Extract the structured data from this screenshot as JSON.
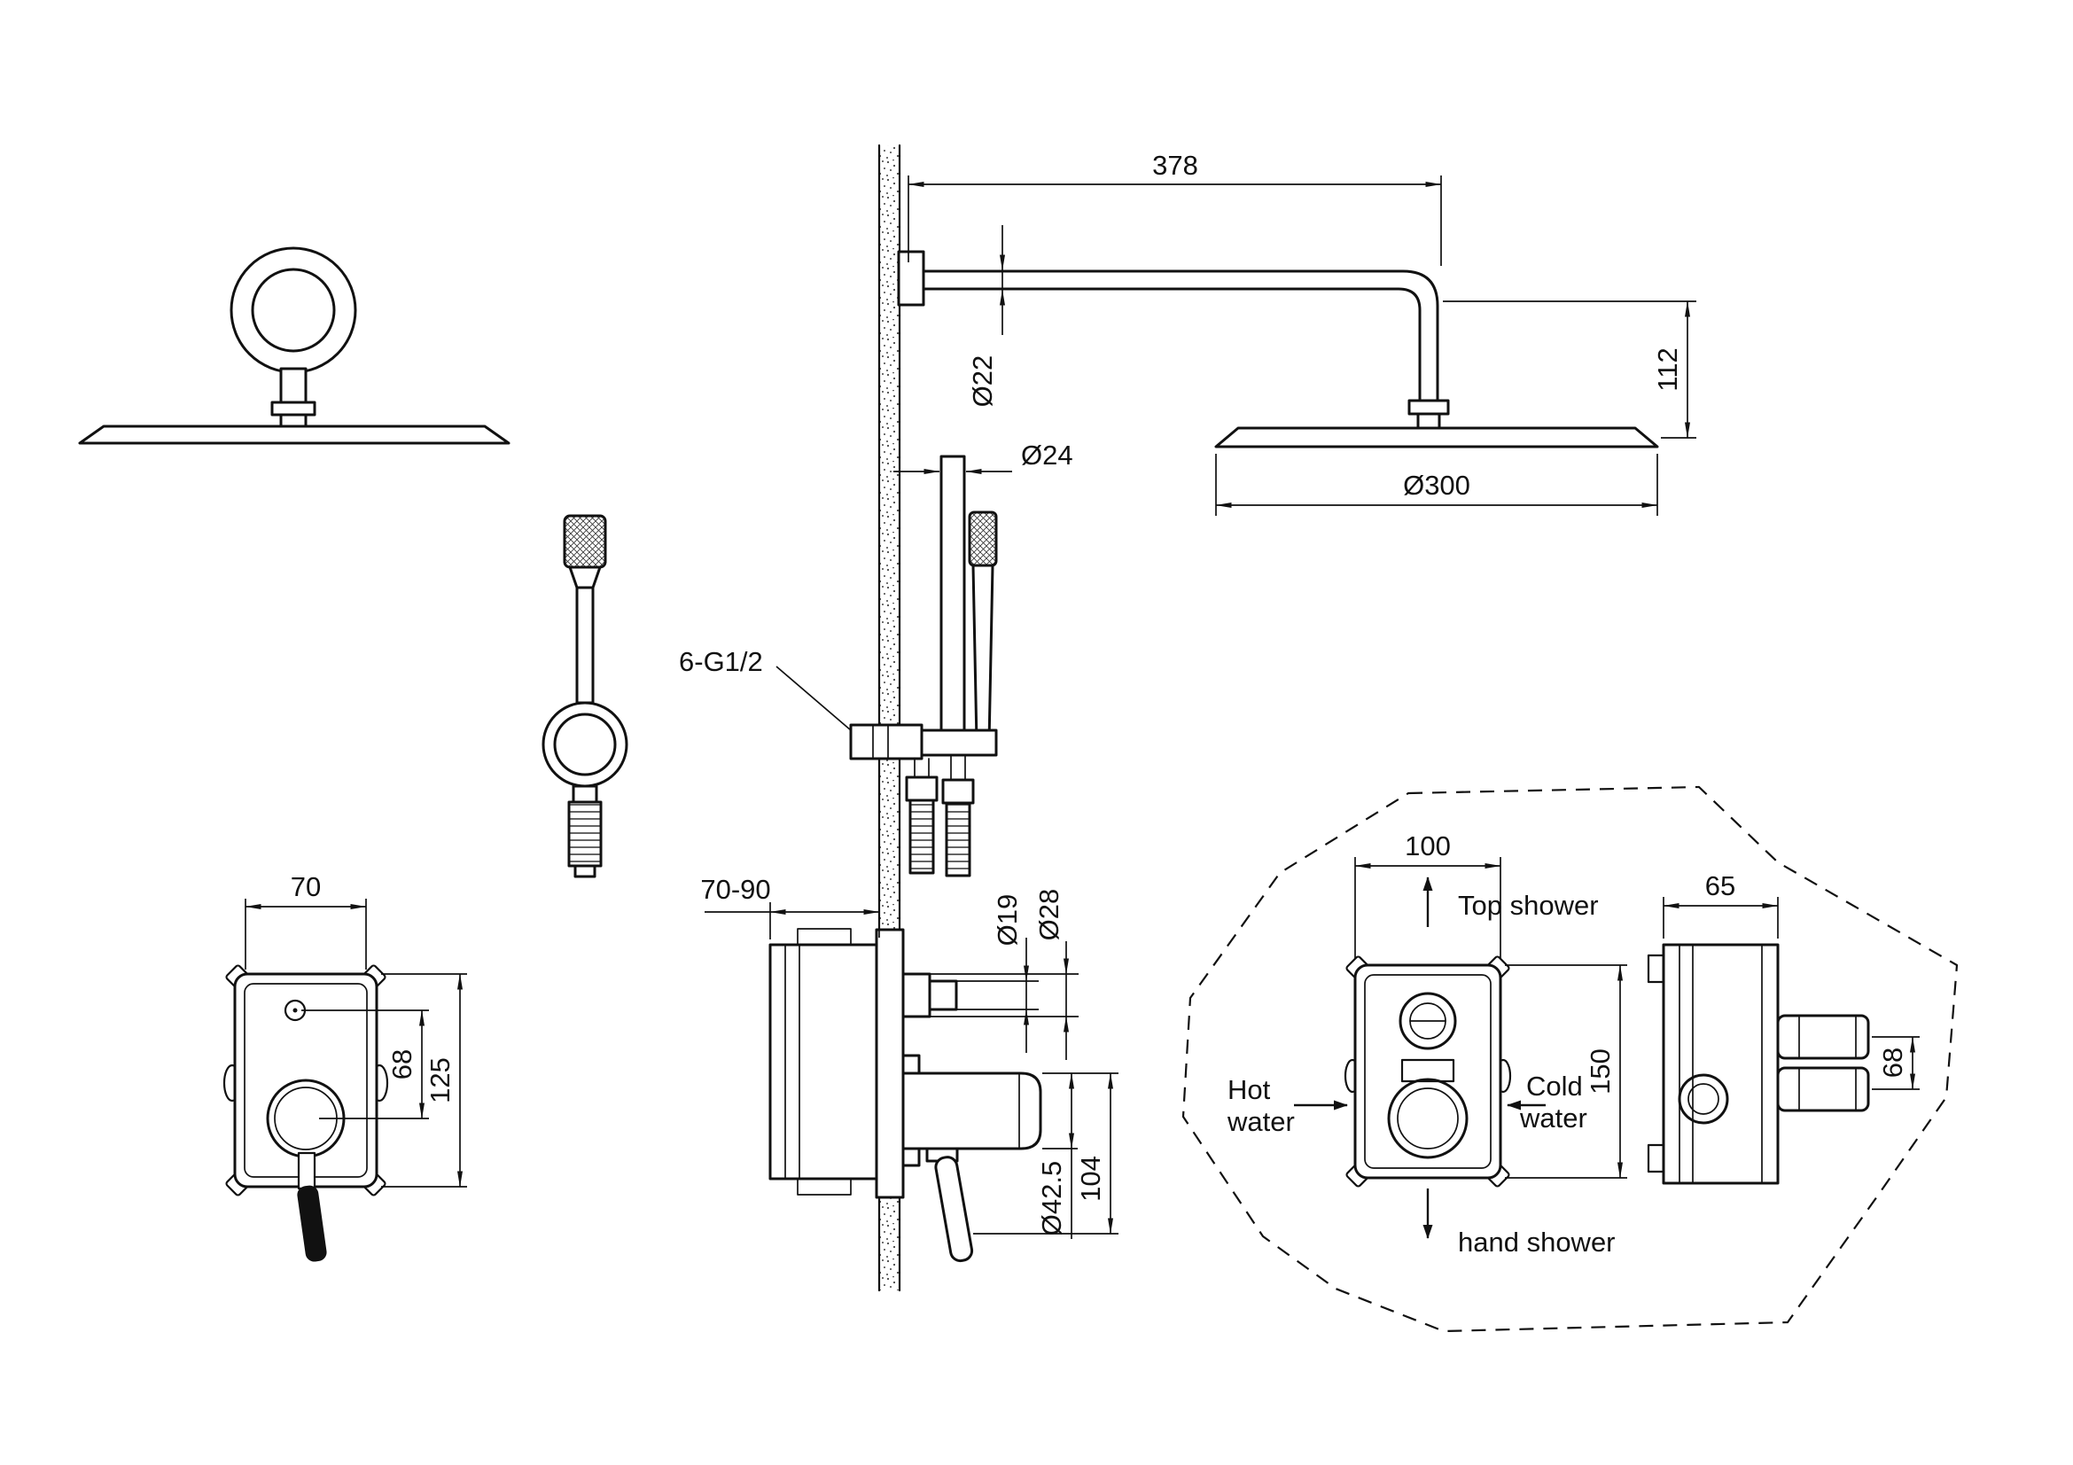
{
  "colors": {
    "line": "#111111",
    "background": "#ffffff"
  },
  "rain_shower": {
    "arm_length": "378",
    "drop_height": "112",
    "arm_diameter": "Ø22",
    "head_diameter": "Ø300"
  },
  "hand_shower": {
    "holder_diameter": "Ø24",
    "connection_thread": "6-G1/2"
  },
  "mixer_valve": {
    "wall_depth_range": "70-90",
    "knob_tip_diameter": "Ø19",
    "knob_base_diameter": "Ø28",
    "spout_diameter": "Ø42.5",
    "spout_length": "104",
    "body_width": "70",
    "port_offset": "68",
    "body_height": "125"
  },
  "installation_box": {
    "width": "100",
    "height": "150",
    "depth": "65",
    "port_spacing": "68",
    "label_top_shower": "Top shower",
    "label_hot_line1": "Hot",
    "label_hot_line2": "water",
    "label_cold_line1": "Cold",
    "label_cold_line2": "water",
    "label_hand_shower": "hand shower"
  }
}
